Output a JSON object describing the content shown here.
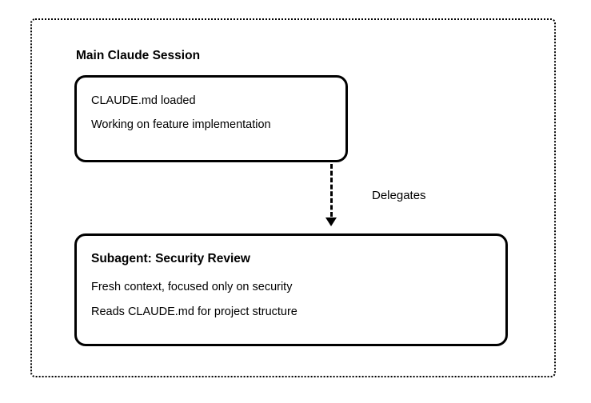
{
  "diagram": {
    "main_session": {
      "title": "Main Claude Session",
      "box": {
        "line1": "CLAUDE.md loaded",
        "line2": "Working on feature implementation"
      }
    },
    "arrow": {
      "label": "Delegates"
    },
    "subagent": {
      "title": "Subagent: Security Review",
      "line1": "Fresh context, focused only on security",
      "line2": "Reads CLAUDE.md for project structure"
    },
    "colors": {
      "background": "#ffffff",
      "stroke": "#000000",
      "text": "#000000"
    }
  }
}
